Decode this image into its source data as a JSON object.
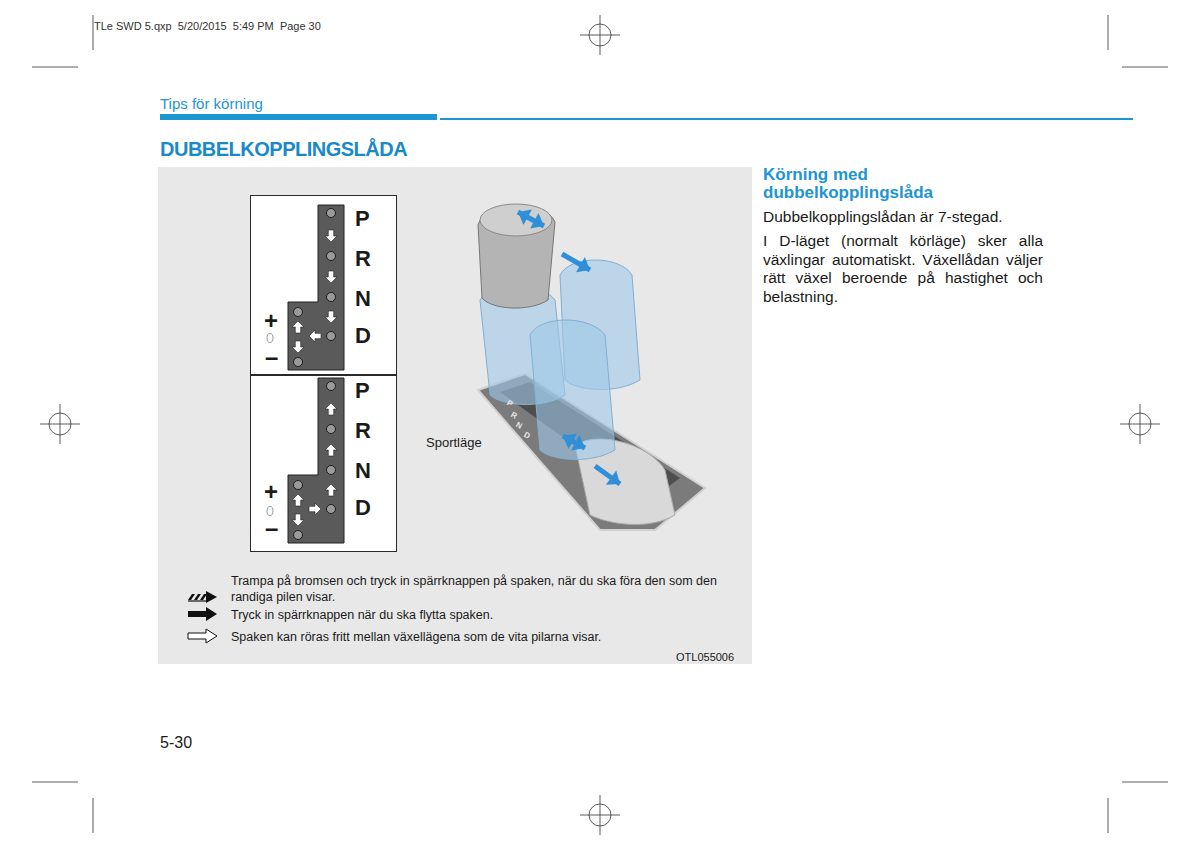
{
  "diagram": {
    "title": "DUBBELKOPPLINGSLÅDA",
    "nodes": [
      {
        "text": [
          "P",
          "R",
          "N",
          "D",
          "+",
          "–"
        ]
      },
      {
        "text": [
          "P",
          "R",
          "N",
          "D",
          "+",
          "–"
        ]
      }
    ],
    "labels": [
      "TLe SWD 5.qxp  5/20/2015  5:49 PM  Page 30",
      "Tips för körning",
      "Sportläge",
      "P",
      "R",
      "N",
      "D",
      "OTL055006",
      "Körning med dubbelkopplingslåda",
      "Dubbelkopplingslådan är 7-stegad.",
      "I D-läget (normalt körläge) sker alla växlingar automatiskt. Växellådan väljer rätt växel beroende på hastighet och belastning.",
      "5-30"
    ],
    "legend": [
      {
        "text": "Trampa på bromsen och tryck in spärrknappen på spaken, när du ska föra den som den randiga pilen visar."
      },
      {
        "text": "Tryck in spärrknappen när du ska flytta spaken."
      },
      {
        "text": "Spaken kan röras fritt mellan växellägena som de vita pilarna visar."
      }
    ]
  }
}
